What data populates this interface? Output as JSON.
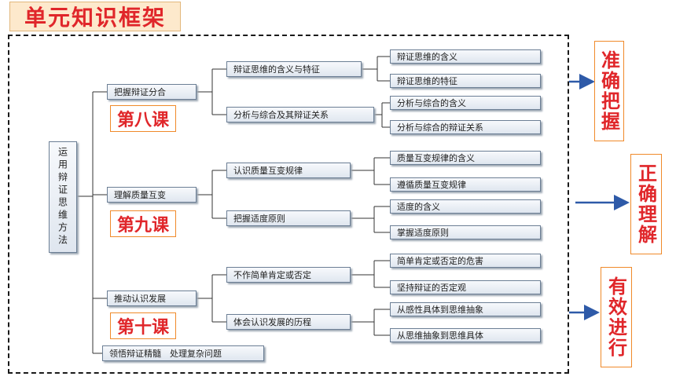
{
  "title": "单元知识框架",
  "root": "运用辩证思维方法",
  "lessons": [
    "第八课",
    "第九课",
    "第十课"
  ],
  "level1": [
    "把握辩证分合",
    "理解质量互变",
    "推动认识发展",
    "领悟辩证精髓　处理复杂问题"
  ],
  "level2": [
    "辩证思维的含义与特征",
    "分析与综合及其辩证关系",
    "认识质量互变规律",
    "把握适度原则",
    "不作简单肯定或否定",
    "体会认识发展的历程"
  ],
  "level3": [
    "辩证思维的含义",
    "辩证思维的特征",
    "分析与综合的含义",
    "分析与综合的辩证关系",
    "质量互变规律的含义",
    "遵循质量互变规律",
    "适度的含义",
    "掌握适度原则",
    "简单肯定或否定的危害",
    "坚持辩证的否定观",
    "从感性具体到思维抽象",
    "从思维抽象到思维具体"
  ],
  "side_labels": [
    "准确把握",
    "正确理解",
    "有效进行"
  ],
  "colors": {
    "accent": "#e0262a",
    "arrow": "#2e5aa8",
    "box_border": "#6c7f95"
  }
}
